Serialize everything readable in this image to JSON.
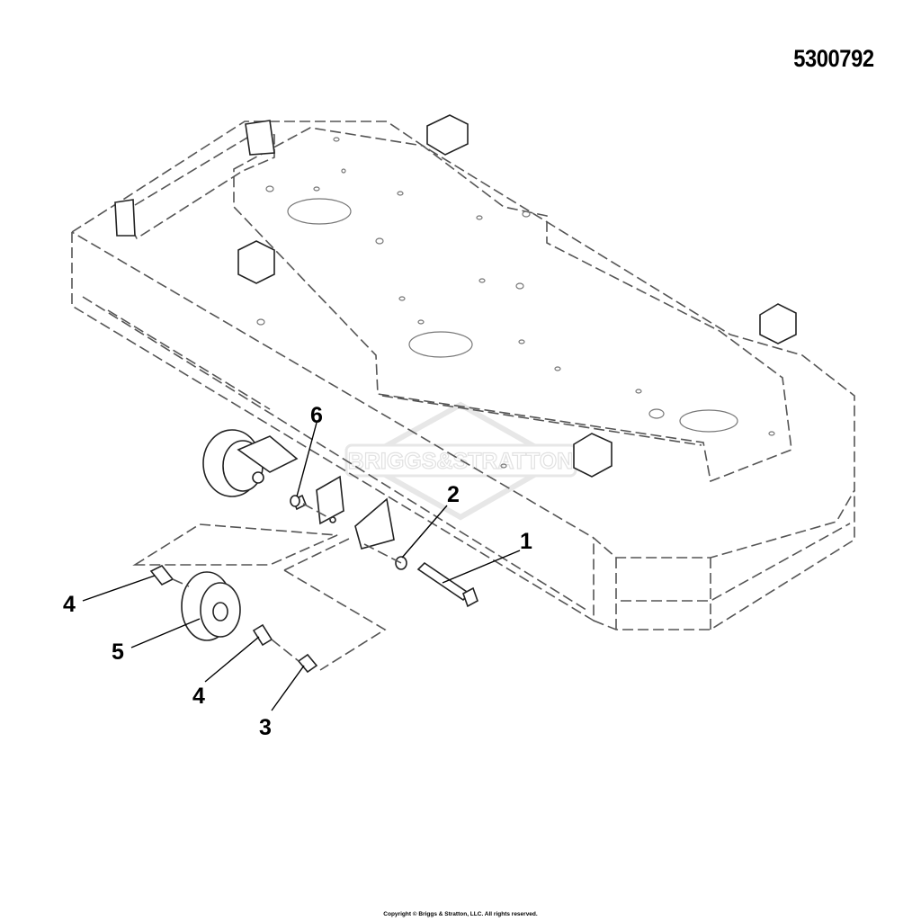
{
  "diagram": {
    "number": "5300792",
    "copyright": "Copyright © Briggs & Stratton, LLC. All rights reserved.",
    "watermark": "BRIGGS&STRATTON"
  },
  "callouts": [
    {
      "id": "1",
      "label": "1"
    },
    {
      "id": "2",
      "label": "2"
    },
    {
      "id": "3",
      "label": "3"
    },
    {
      "id": "4a",
      "label": "4"
    },
    {
      "id": "4b",
      "label": "4"
    },
    {
      "id": "5",
      "label": "5"
    },
    {
      "id": "6",
      "label": "6"
    }
  ],
  "colors": {
    "line": "#444444",
    "watermark": "#cccccc"
  }
}
